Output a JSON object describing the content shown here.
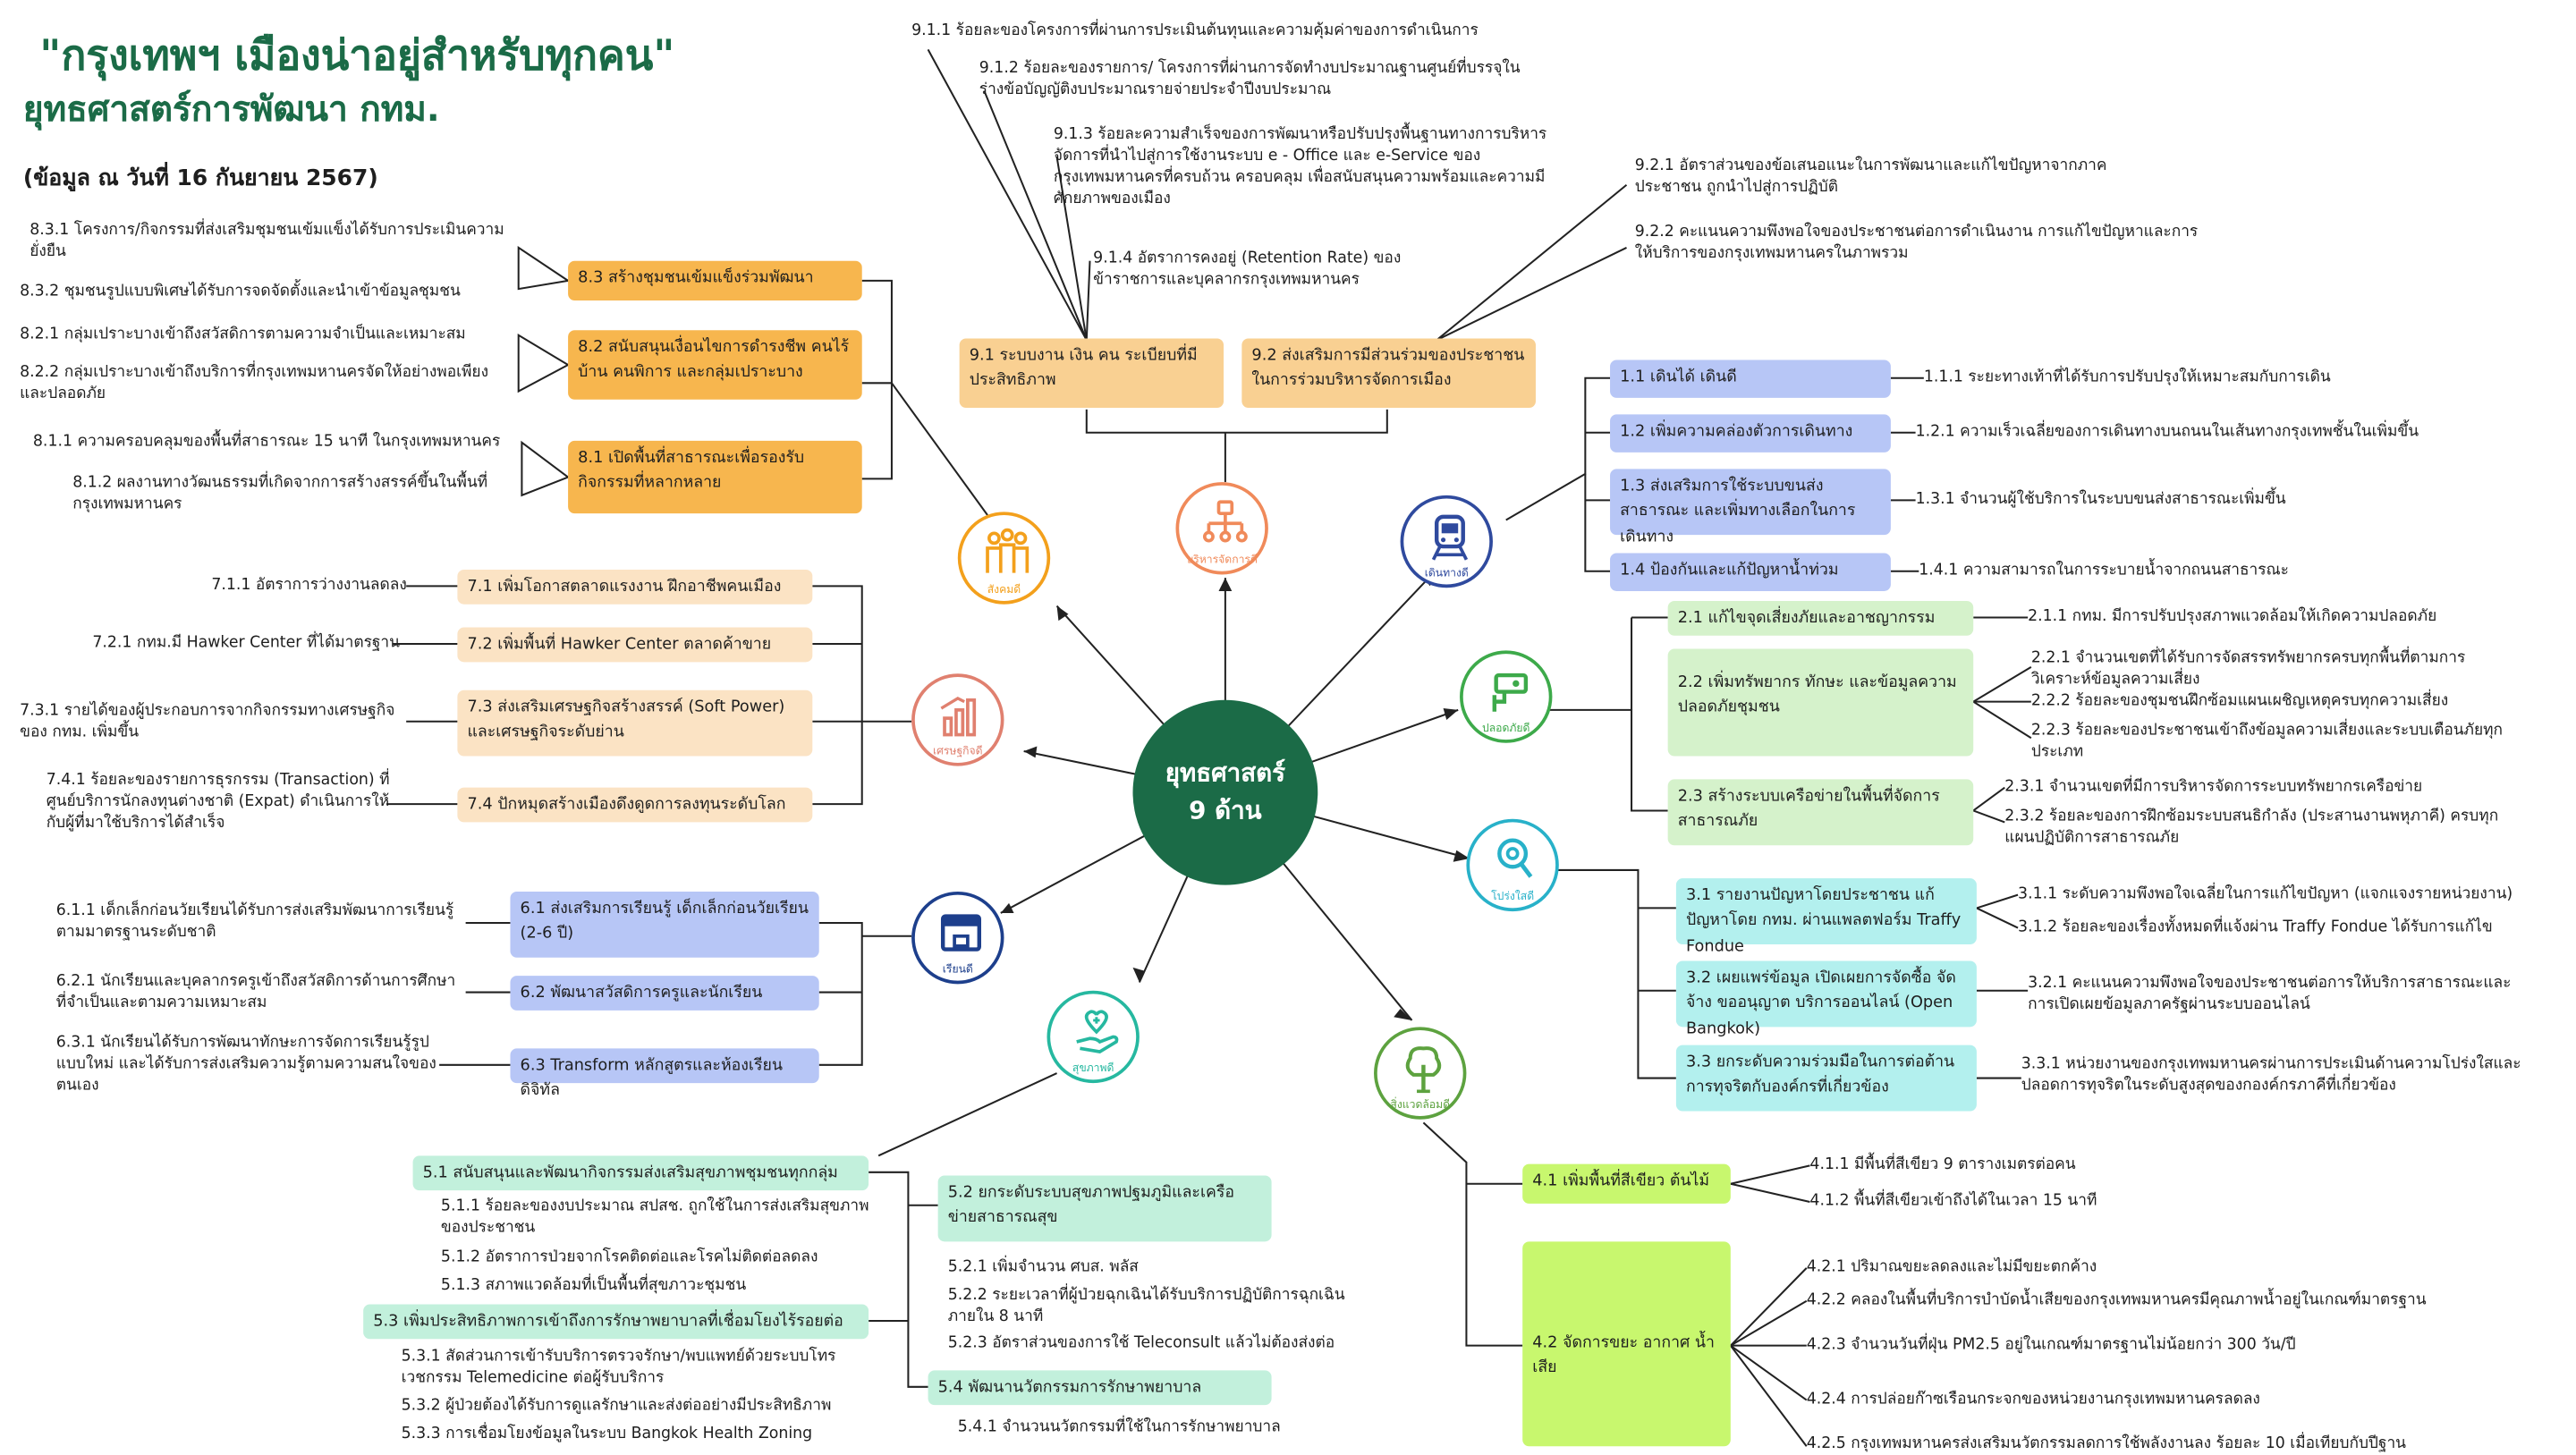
{
  "header": {
    "title_main": "\"กรุงเทพฯ เมืองน่าอยู่สำหรับทุกคน\"",
    "title_sub": "ยุทธศาสตร์การพัฒนา กทม.",
    "as_of": "(ข้อมูล ณ วันที่ 16 กันยายน 2567)"
  },
  "center": {
    "line1": "ยุทธศาสตร์",
    "line2": "9 ด้าน"
  },
  "colors": {
    "primary": "#1b6b47"
  },
  "dimensions": {
    "d1": {
      "name": "เดินทางดี",
      "icon": "train-icon",
      "color": "#2f4a9e",
      "strategies": [
        {
          "label": "1.1 เดินได้ เดินดี",
          "indicators": [
            "1.1.1 ระยะทางเท้าที่ได้รับการปรับปรุงให้เหมาะสมกับการเดิน"
          ]
        },
        {
          "label": "1.2 เพิ่มความคล่องตัวการเดินทาง",
          "indicators": [
            "1.2.1 ความเร็วเฉลี่ยของการเดินทางบนถนนในเส้นทางกรุงเทพชั้นในเพิ่มขึ้น"
          ]
        },
        {
          "label": "1.3 ส่งเสริมการใช้ระบบขนส่งสาธารณะ และเพิ่มทางเลือกในการเดินทาง",
          "indicators": [
            "1.3.1 จำนวนผู้ใช้บริการในระบบขนส่งสาธารณะเพิ่มขึ้น"
          ]
        },
        {
          "label": "1.4 ป้องกันและแก้ปัญหาน้ำท่วม",
          "indicators": [
            "1.4.1 ความสามารถในการระบายน้ำจากถนนสาธารณะ"
          ]
        }
      ]
    },
    "d2": {
      "name": "ปลอดภัยดี",
      "icon": "cctv-camera-icon",
      "color": "#3daa4a",
      "strategies": [
        {
          "label": "2.1 แก้ไขจุดเสี่ยงภัยและอาชญากรรม",
          "indicators": [
            "2.1.1 กทม. มีการปรับปรุงสภาพแวดล้อมให้เกิดความปลอดภัย"
          ]
        },
        {
          "label": "2.2 เพิ่มทรัพยากร ทักษะ และข้อมูลความปลอดภัยชุมชน",
          "indicators": [
            "2.2.1 จำนวนเขตที่ได้รับการจัดสรรทรัพยากรครบทุกพื้นที่ตามการวิเคราะห์ข้อมูลความเสี่ยง",
            "2.2.2 ร้อยละของชุมชนฝึกซ้อมแผนเผชิญเหตุครบทุกความเสี่ยง",
            "2.2.3 ร้อยละของประชาชนเข้าถึงข้อมูลความเสี่ยงและระบบเตือนภัยทุกประเภท"
          ]
        },
        {
          "label": "2.3 สร้างระบบเครือข่ายในพื้นที่จัดการสาธารณภัย",
          "indicators": [
            "2.3.1 จำนวนเขตที่มีการบริหารจัดการระบบทรัพยากรเครือข่าย",
            "2.3.2 ร้อยละของการฝึกซ้อมระบบสนธิกำลัง (ประสานงานพหุภาคี) ครบทุกแผนปฏิบัติการสาธารณภัย"
          ]
        }
      ]
    },
    "d3": {
      "name": "โปร่งใสดี",
      "icon": "transparency-search-icon",
      "color": "#28b1c9",
      "strategies": [
        {
          "label": "3.1 รายงานปัญหาโดยประชาชน แก้ปัญหาโดย กทม. ผ่านแพลตฟอร์ม Traffy Fondue",
          "indicators": [
            "3.1.1 ระดับความพึงพอใจเฉลี่ยในการแก้ไขปัญหา (แจกแจงรายหน่วยงาน)",
            "3.1.2 ร้อยละของเรื่องทั้งหมดที่แจ้งผ่าน Traffy Fondue ได้รับการแก้ไข"
          ]
        },
        {
          "label": "3.2 เผยแพร่ข้อมูล เปิดเผยการจัดซื้อ จัดจ้าง ขออนุญาต บริการออนไลน์ (Open Bangkok)",
          "indicators": [
            "3.2.1 คะแนนความพึงพอใจของประชาชนต่อการให้บริการสาธารณะและการเปิดเผยข้อมูลภาครัฐผ่านระบบออนไลน์"
          ]
        },
        {
          "label": "3.3 ยกระดับความร่วมมือในการต่อต้านการทุจริตกับองค์กรที่เกี่ยวข้อง",
          "indicators": [
            "3.3.1 หน่วยงานของกรุงเทพมหานครผ่านการประเมินด้านความโปร่งใสและปลอดการทุจริตในระดับสูงสุดของกองค์กรภาคีที่เกี่ยวข้อง"
          ]
        }
      ]
    },
    "d4": {
      "name": "สิ่งแวดล้อมดี",
      "icon": "tree-icon",
      "color": "#5da23f",
      "strategies": [
        {
          "label": "4.1 เพิ่มพื้นที่สีเขียว ต้นไม้",
          "indicators": [
            "4.1.1 มีพื้นที่สีเขียว 9 ตารางเมตรต่อคน",
            "4.1.2 พื้นที่สีเขียวเข้าถึงได้ในเวลา 15 นาที"
          ]
        },
        {
          "label": "4.2 จัดการขยะ อากาศ น้ำเสีย",
          "indicators": [
            "4.2.1 ปริมาณขยะลดลงและไม่มีขยะตกค้าง",
            "4.2.2 คลองในพื้นที่บริการบำบัดน้ำเสียของกรุงเทพมหานครมีคุณภาพน้ำอยู่ในเกณฑ์มาตรฐาน",
            "4.2.3 จำนวนวันที่ฝุ่น PM2.5 อยู่ในเกณฑ์มาตรฐานไม่น้อยกว่า 300 วัน/ปี",
            "4.2.4 การปล่อยก๊าซเรือนกระจกของหน่วยงานกรุงเทพมหานครลดลง",
            "4.2.5 กรุงเทพมหานครส่งเสริมนวัตกรรมลดการใช้พลังงานลง ร้อยละ 10 เมื่อเทียบกับปีฐาน"
          ]
        }
      ]
    },
    "d5": {
      "name": "สุขภาพดี",
      "icon": "health-hand-icon",
      "color": "#26b8a0",
      "strategies": [
        {
          "label": "5.1 สนับสนุนและพัฒนากิจกรรมส่งเสริมสุขภาพชุมชนทุกกลุ่ม",
          "indicators": [
            "5.1.1 ร้อยละของงบประมาณ สปสช. ถูกใช้ในการส่งเสริมสุขภาพของประชาชน",
            "5.1.2 อัตราการป่วยจากโรคติดต่อและโรคไม่ติดต่อลดลง",
            "5.1.3 สภาพแวดล้อมที่เป็นพื้นที่สุขภาวะชุมชน"
          ]
        },
        {
          "label": "5.2 ยกระดับระบบสุขภาพปฐมภูมิและเครือข่ายสาธารณสุข",
          "indicators": [
            "5.2.1 เพิ่มจำนวน ศบส. พลัส",
            "5.2.2 ระยะเวลาที่ผู้ป่วยฉุกเฉินได้รับบริการปฏิบัติการฉุกเฉินภายใน 8 นาที",
            "5.2.3 อัตราส่วนของการใช้ Teleconsult แล้วไม่ต้องส่งต่อ"
          ]
        },
        {
          "label": "5.3 เพิ่มประสิทธิภาพการเข้าถึงการรักษาพยาบาลที่เชื่อมโยงไร้รอยต่อ",
          "indicators": [
            "5.3.1 สัดส่วนการเข้ารับบริการตรวจรักษา/พบแพทย์ด้วยระบบโทรเวชกรรม Telemedicine ต่อผู้รับบริการ",
            "5.3.2 ผู้ป่วยต้องได้รับการดูแลรักษาและส่งต่ออย่างมีประสิทธิภาพ",
            "5.3.3 การเชื่อมโยงข้อมูลในระบบ Bangkok Health Zoning"
          ]
        },
        {
          "label": "5.4 พัฒนานวัตกรรมการรักษาพยาบาล",
          "indicators": [
            "5.4.1 จำนวนนวัตกรรมที่ใช้ในการรักษาพยาบาล"
          ]
        }
      ]
    },
    "d6": {
      "name": "เรียนดี",
      "icon": "school-icon",
      "color": "#1d3f8c",
      "strategies": [
        {
          "label": "6.1 ส่งเสริมการเรียนรู้ เด็กเล็กก่อนวัยเรียน (2-6 ปี)",
          "indicators": [
            "6.1.1 เด็กเล็กก่อนวัยเรียนได้รับการส่งเสริมพัฒนาการเรียนรู้ตามมาตรฐานระดับชาติ"
          ]
        },
        {
          "label": "6.2 พัฒนาสวัสดิการครูและนักเรียน",
          "indicators": [
            "6.2.1 นักเรียนและบุคลากรครูเข้าถึงสวัสดิการด้านการศึกษาที่จำเป็นและตามความเหมาะสม"
          ]
        },
        {
          "label": "6.3 Transform หลักสูตรและห้องเรียนดิจิทัล",
          "indicators": [
            "6.3.1 นักเรียนได้รับการพัฒนาทักษะการจัดการเรียนรู้รูปแบบใหม่ และได้รับการส่งเสริมความรู้ตามความสนใจของตนเอง"
          ]
        }
      ]
    },
    "d7": {
      "name": "เศรษฐกิจดี",
      "icon": "growth-chart-icon",
      "color": "#e0806f",
      "strategies": [
        {
          "label": "7.1 เพิ่มโอกาสตลาดแรงงาน ฝึกอาชีพคนเมือง",
          "indicators": [
            "7.1.1 อัตราการว่างงานลดลง"
          ]
        },
        {
          "label": "7.2 เพิ่มพื้นที่ Hawker Center ตลาดค้าขาย",
          "indicators": [
            "7.2.1 กทม.มี Hawker Center ที่ได้มาตรฐาน"
          ]
        },
        {
          "label": "7.3 ส่งเสริมเศรษฐกิจสร้างสรรค์ (Soft Power) และเศรษฐกิจระดับย่าน",
          "indicators": [
            "7.3.1 รายได้ของผู้ประกอบการจากกิจกรรมทางเศรษฐกิจของ กทม. เพิ่มขึ้น"
          ]
        },
        {
          "label": "7.4 ปักหมุดสร้างเมืองดึงดูดการลงทุนระดับโลก",
          "indicators": [
            "7.4.1 ร้อยละของรายการธุรกรรม (Transaction) ที่ศูนย์บริการนักลงทุนต่างชาติ (Expat) ดำเนินการให้กับผู้ที่มาใช้บริการได้สำเร็จ"
          ]
        }
      ]
    },
    "d8": {
      "name": "สังคมดี",
      "icon": "community-people-icon",
      "color": "#f3a01c",
      "strategies": [
        {
          "label": "8.1 เปิดพื้นที่สาธารณะเพื่อรองรับกิจกรรมที่หลากหลาย",
          "indicators": [
            "8.1.1 ความครอบคลุมของพื้นที่สาธารณะ 15 นาที ในกรุงเทพมหานคร",
            "8.1.2 ผลงานทางวัฒนธรรมที่เกิดจากการสร้างสรรค์ขึ้นในพื้นที่กรุงเทพมหานคร"
          ]
        },
        {
          "label": "8.2 สนับสนุนเงื่อนไขการดำรงชีพ คนไร้บ้าน คนพิการ และกลุ่มเปราะบาง",
          "indicators": [
            "8.2.1 กลุ่มเปราะบางเข้าถึงสวัสดิการตามความจำเป็นและเหมาะสม",
            "8.2.2 กลุ่มเปราะบางเข้าถึงบริการที่กรุงเทพมหานครจัดให้อย่างพอเพียงและปลอดภัย"
          ]
        },
        {
          "label": "8.3 สร้างชุมชนเข้มแข็งร่วมพัฒนา",
          "indicators": [
            "8.3.1 โครงการ/กิจกรรมที่ส่งเสริมชุมชนเข้มแข็งได้รับการประเมินความยั่งยืน",
            "8.3.2 ชุมชนรูปแบบพิเศษได้รับการจดจัดตั้งและนำเข้าข้อมูลชุมชน"
          ]
        }
      ]
    },
    "d9": {
      "name": "บริหารจัดการดี",
      "icon": "org-structure-icon",
      "color": "#f08a5a",
      "strategies": [
        {
          "label": "9.1 ระบบงาน เงิน คน ระเบียบที่มีประสิทธิภาพ",
          "indicators": [
            "9.1.1 ร้อยละของโครงการที่ผ่านการประเมินต้นทุนและความคุ้มค่าของการดำเนินการ",
            "9.1.2 ร้อยละของรายการ/ โครงการที่ผ่านการจัดทำงบประมาณฐานศูนย์ที่บรรจุในร่างข้อบัญญัติงบประมาณรายจ่ายประจำปีงบประมาณ",
            "9.1.3 ร้อยละความสำเร็จของการพัฒนาหรือปรับปรุงพื้นฐานทางการบริหารจัดการที่นำไปสู่การใช้งานระบบ e - Office และ e-Service ของกรุงเทพมหานครที่ครบถ้วน ครอบคลุม เพื่อสนับสนุนความพร้อมและความมีศักยภาพของเมือง",
            "9.1.4 อัตราการคงอยู่ (Retention Rate) ของข้าราชการและบุคลากรกรุงเทพมหานคร"
          ]
        },
        {
          "label": "9.2 ส่งเสริมการมีส่วนร่วมของประชาชนในการร่วมบริหารจัดการเมือง",
          "indicators": [
            "9.2.1 อัตราส่วนของข้อเสนอแนะในการพัฒนาและแก้ไขปัญหาจากภาคประชาชน ถูกนำไปสู่การปฏิบัติ",
            "9.2.2 คะแนนความพึงพอใจของประชาชนต่อการดำเนินงาน การแก้ไขปัญหาและการให้บริการของกรุงเทพมหานครในภาพรวม"
          ]
        }
      ]
    }
  }
}
